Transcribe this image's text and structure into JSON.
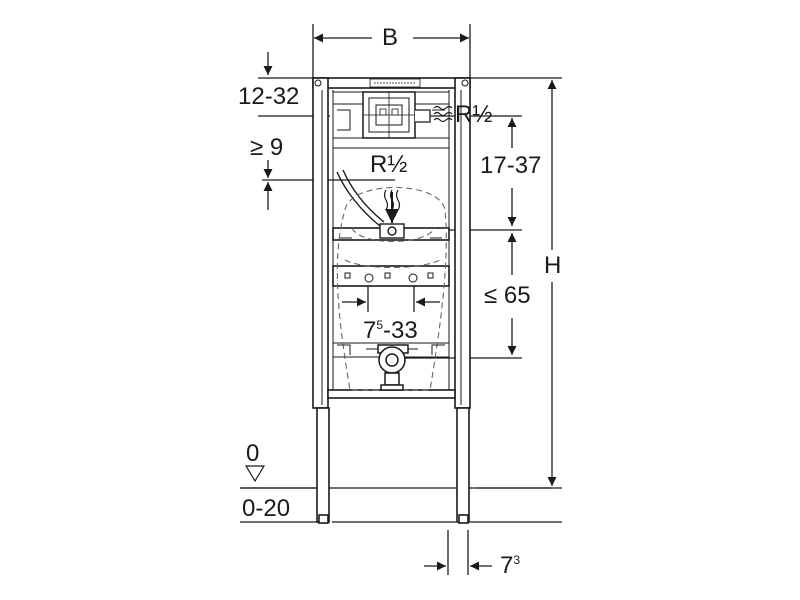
{
  "labels": {
    "width": "B",
    "height": "H",
    "top_offset": "12-32",
    "min_distance": "≥ 9",
    "supply_upper": "R½",
    "supply_lower": "R½",
    "supply_range": "17-37",
    "outlet_range": "≤ 65",
    "spacing_base": "7",
    "spacing_sup": "5",
    "spacing_rest": "-33",
    "floor_zero": "0",
    "floor_range": "0-20",
    "foot_base": "7",
    "foot_sup": "3"
  },
  "colors": {
    "line": "#1a1a1a",
    "frame_fill": "#ffffff",
    "dashed": "#666666"
  },
  "icons": {
    "water_wave": "water-wave-icon",
    "floor_marker": "floor-level-triangle-icon",
    "bolt": "bolt-hole-icon"
  }
}
